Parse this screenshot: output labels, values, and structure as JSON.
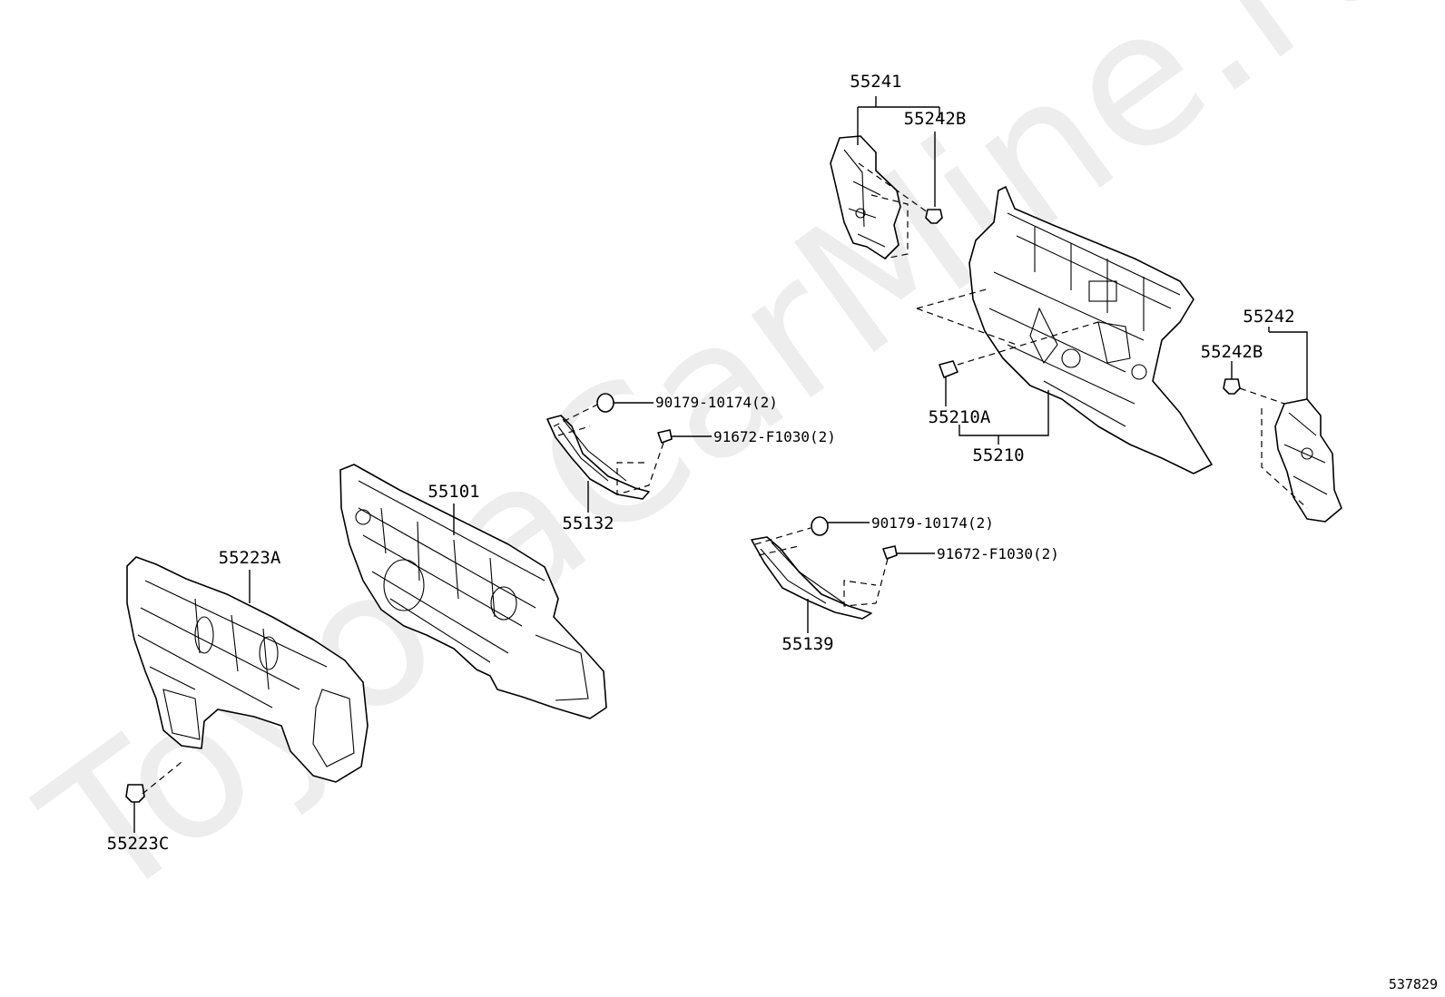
{
  "watermark": "ToyotaCarMine.ru",
  "diagram_code": "537829",
  "callouts": {
    "c55241": "55241",
    "c55242B_top": "55242B",
    "c55242": "55242",
    "c55242B_right": "55242B",
    "c55210A": "55210A",
    "c55210": "55210",
    "c55101": "55101",
    "c55132": "55132",
    "c55139": "55139",
    "c55223A": "55223A",
    "c55223C": "55223C",
    "c90179_a": "90179-10174(2)",
    "c91672_a": "91672-F1030(2)",
    "c90179_b": "90179-10174(2)",
    "c91672_b": "91672-F1030(2)"
  }
}
